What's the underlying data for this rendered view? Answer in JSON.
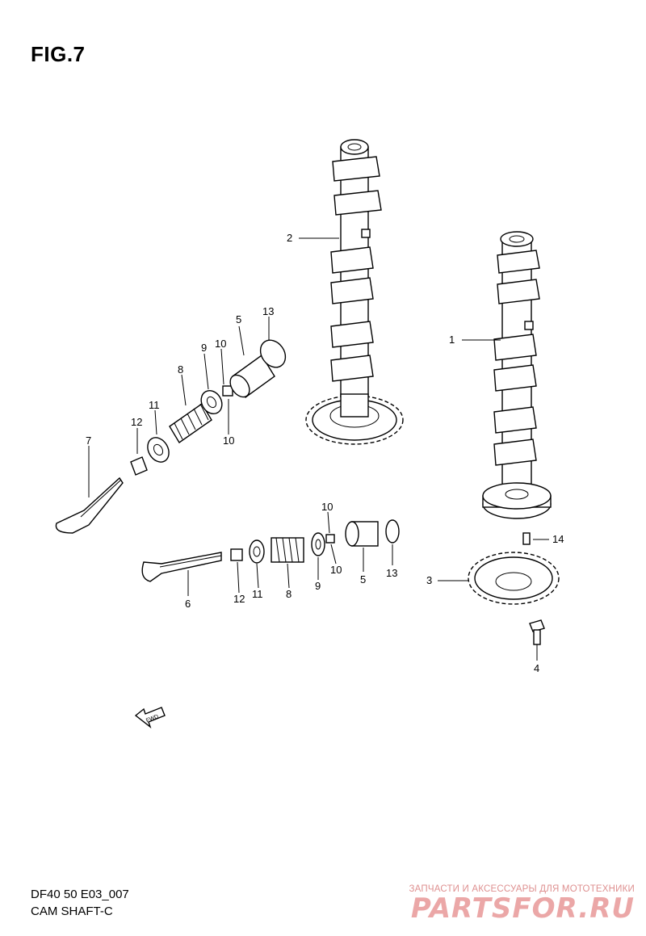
{
  "figure": {
    "title": "FIG.7",
    "code": "DF40 50 E03_007",
    "name": "CAM SHAFT-C"
  },
  "callouts": [
    {
      "id": "c2",
      "text": "2"
    },
    {
      "id": "c1",
      "text": "1"
    },
    {
      "id": "c13a",
      "text": "13"
    },
    {
      "id": "c5a",
      "text": "5"
    },
    {
      "id": "c10a",
      "text": "10"
    },
    {
      "id": "c9a",
      "text": "9"
    },
    {
      "id": "c8a",
      "text": "8"
    },
    {
      "id": "c11a",
      "text": "11"
    },
    {
      "id": "c12a",
      "text": "12"
    },
    {
      "id": "c10b",
      "text": "10"
    },
    {
      "id": "c7",
      "text": "7"
    },
    {
      "id": "c10c",
      "text": "10"
    },
    {
      "id": "c10d",
      "text": "10"
    },
    {
      "id": "c14",
      "text": "14"
    },
    {
      "id": "c3",
      "text": "3"
    },
    {
      "id": "c6",
      "text": "6"
    },
    {
      "id": "c12b",
      "text": "12"
    },
    {
      "id": "c11b",
      "text": "11"
    },
    {
      "id": "c8b",
      "text": "8"
    },
    {
      "id": "c9b",
      "text": "9"
    },
    {
      "id": "c5b",
      "text": "5"
    },
    {
      "id": "c13b",
      "text": "13"
    },
    {
      "id": "c4",
      "text": "4"
    }
  ],
  "fwd_arrow": {
    "text": "FWD"
  },
  "watermark": {
    "tagline": "ЗАПЧАСТИ И АКСЕССУАРЫ ДЛЯ МОТОТЕХНИКИ",
    "logo": "PARTSFOR.RU"
  }
}
